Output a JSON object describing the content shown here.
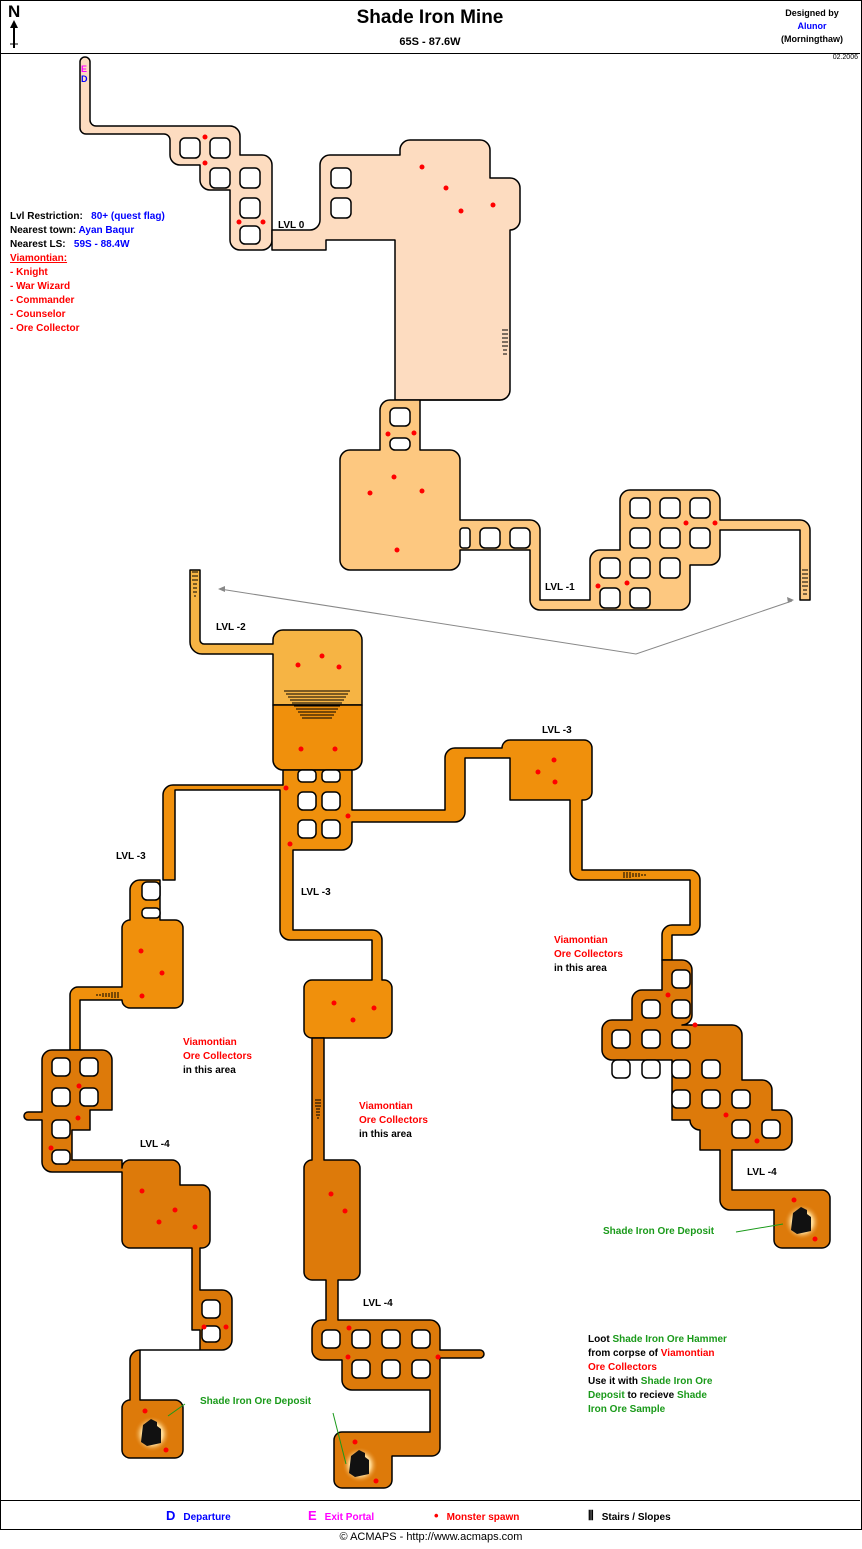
{
  "header": {
    "title": "Shade Iron Mine",
    "coords": "65S - 87.6W",
    "north_label": "N",
    "designed_by_label": "Designed by",
    "author": "Alunor",
    "server": "(Morningthaw)",
    "date_stamp": "02.2006"
  },
  "info": {
    "lvl_restriction_label": "Lvl Restriction:",
    "lvl_restriction_value": "80+ (quest flag)",
    "nearest_town_label": "Nearest town:",
    "nearest_town_value": "Ayan Baqur",
    "nearest_ls_label": "Nearest LS:",
    "nearest_ls_value": "59S - 88.4W",
    "monsters_heading": "Viamontian:",
    "monsters": [
      "- Knight",
      "- War Wizard",
      "- Commander",
      "- Counselor",
      "- Ore Collector"
    ]
  },
  "markers": {
    "exit": "E",
    "departure": "D"
  },
  "levels": {
    "lvl0": "LVL 0",
    "lvl_1": "LVL -1",
    "lvl_2": "LVL -2",
    "lvl_3a": "LVL -3",
    "lvl_3b": "LVL -3",
    "lvl_3c": "LVL -3",
    "lvl_4a": "LVL -4",
    "lvl_4b": "LVL -4",
    "lvl_4c": "LVL -4"
  },
  "area_notes": {
    "line1": "Viamontian",
    "line2": "Ore Collectors",
    "line3": "in this area"
  },
  "deposit_label": "Shade Iron Ore Deposit",
  "quest_note": {
    "p1": "Loot ",
    "p2": "Shade Iron Ore Hammer",
    "p3": "from corpse of ",
    "p4": "Viamontian",
    "p5": "Ore Collectors",
    "p6": "Use it with ",
    "p7": "Shade Iron Ore",
    "p8": "Deposit",
    "p9": " to recieve ",
    "p10": "Shade",
    "p11": "Iron Ore Sample"
  },
  "legend": [
    {
      "symbol": "D",
      "label": "Departure",
      "color": "#0000ff"
    },
    {
      "symbol": "E",
      "label": "Exit Portal",
      "color": "#ff00ff"
    },
    {
      "symbol": "•",
      "label": "Monster spawn",
      "color": "#ff0000"
    },
    {
      "symbol": "⦀",
      "label": "Stairs / Slopes",
      "color": "#000000"
    }
  ],
  "copyright": "© ACMAPS - http://www.acmaps.com",
  "colors": {
    "lvl0": "#fddcc0",
    "lvl1": "#fdc880",
    "lvl2": "#f6b444",
    "lvl3": "#f0900c",
    "lvl4": "#dd7a0a",
    "spawn": "#ff0000"
  }
}
